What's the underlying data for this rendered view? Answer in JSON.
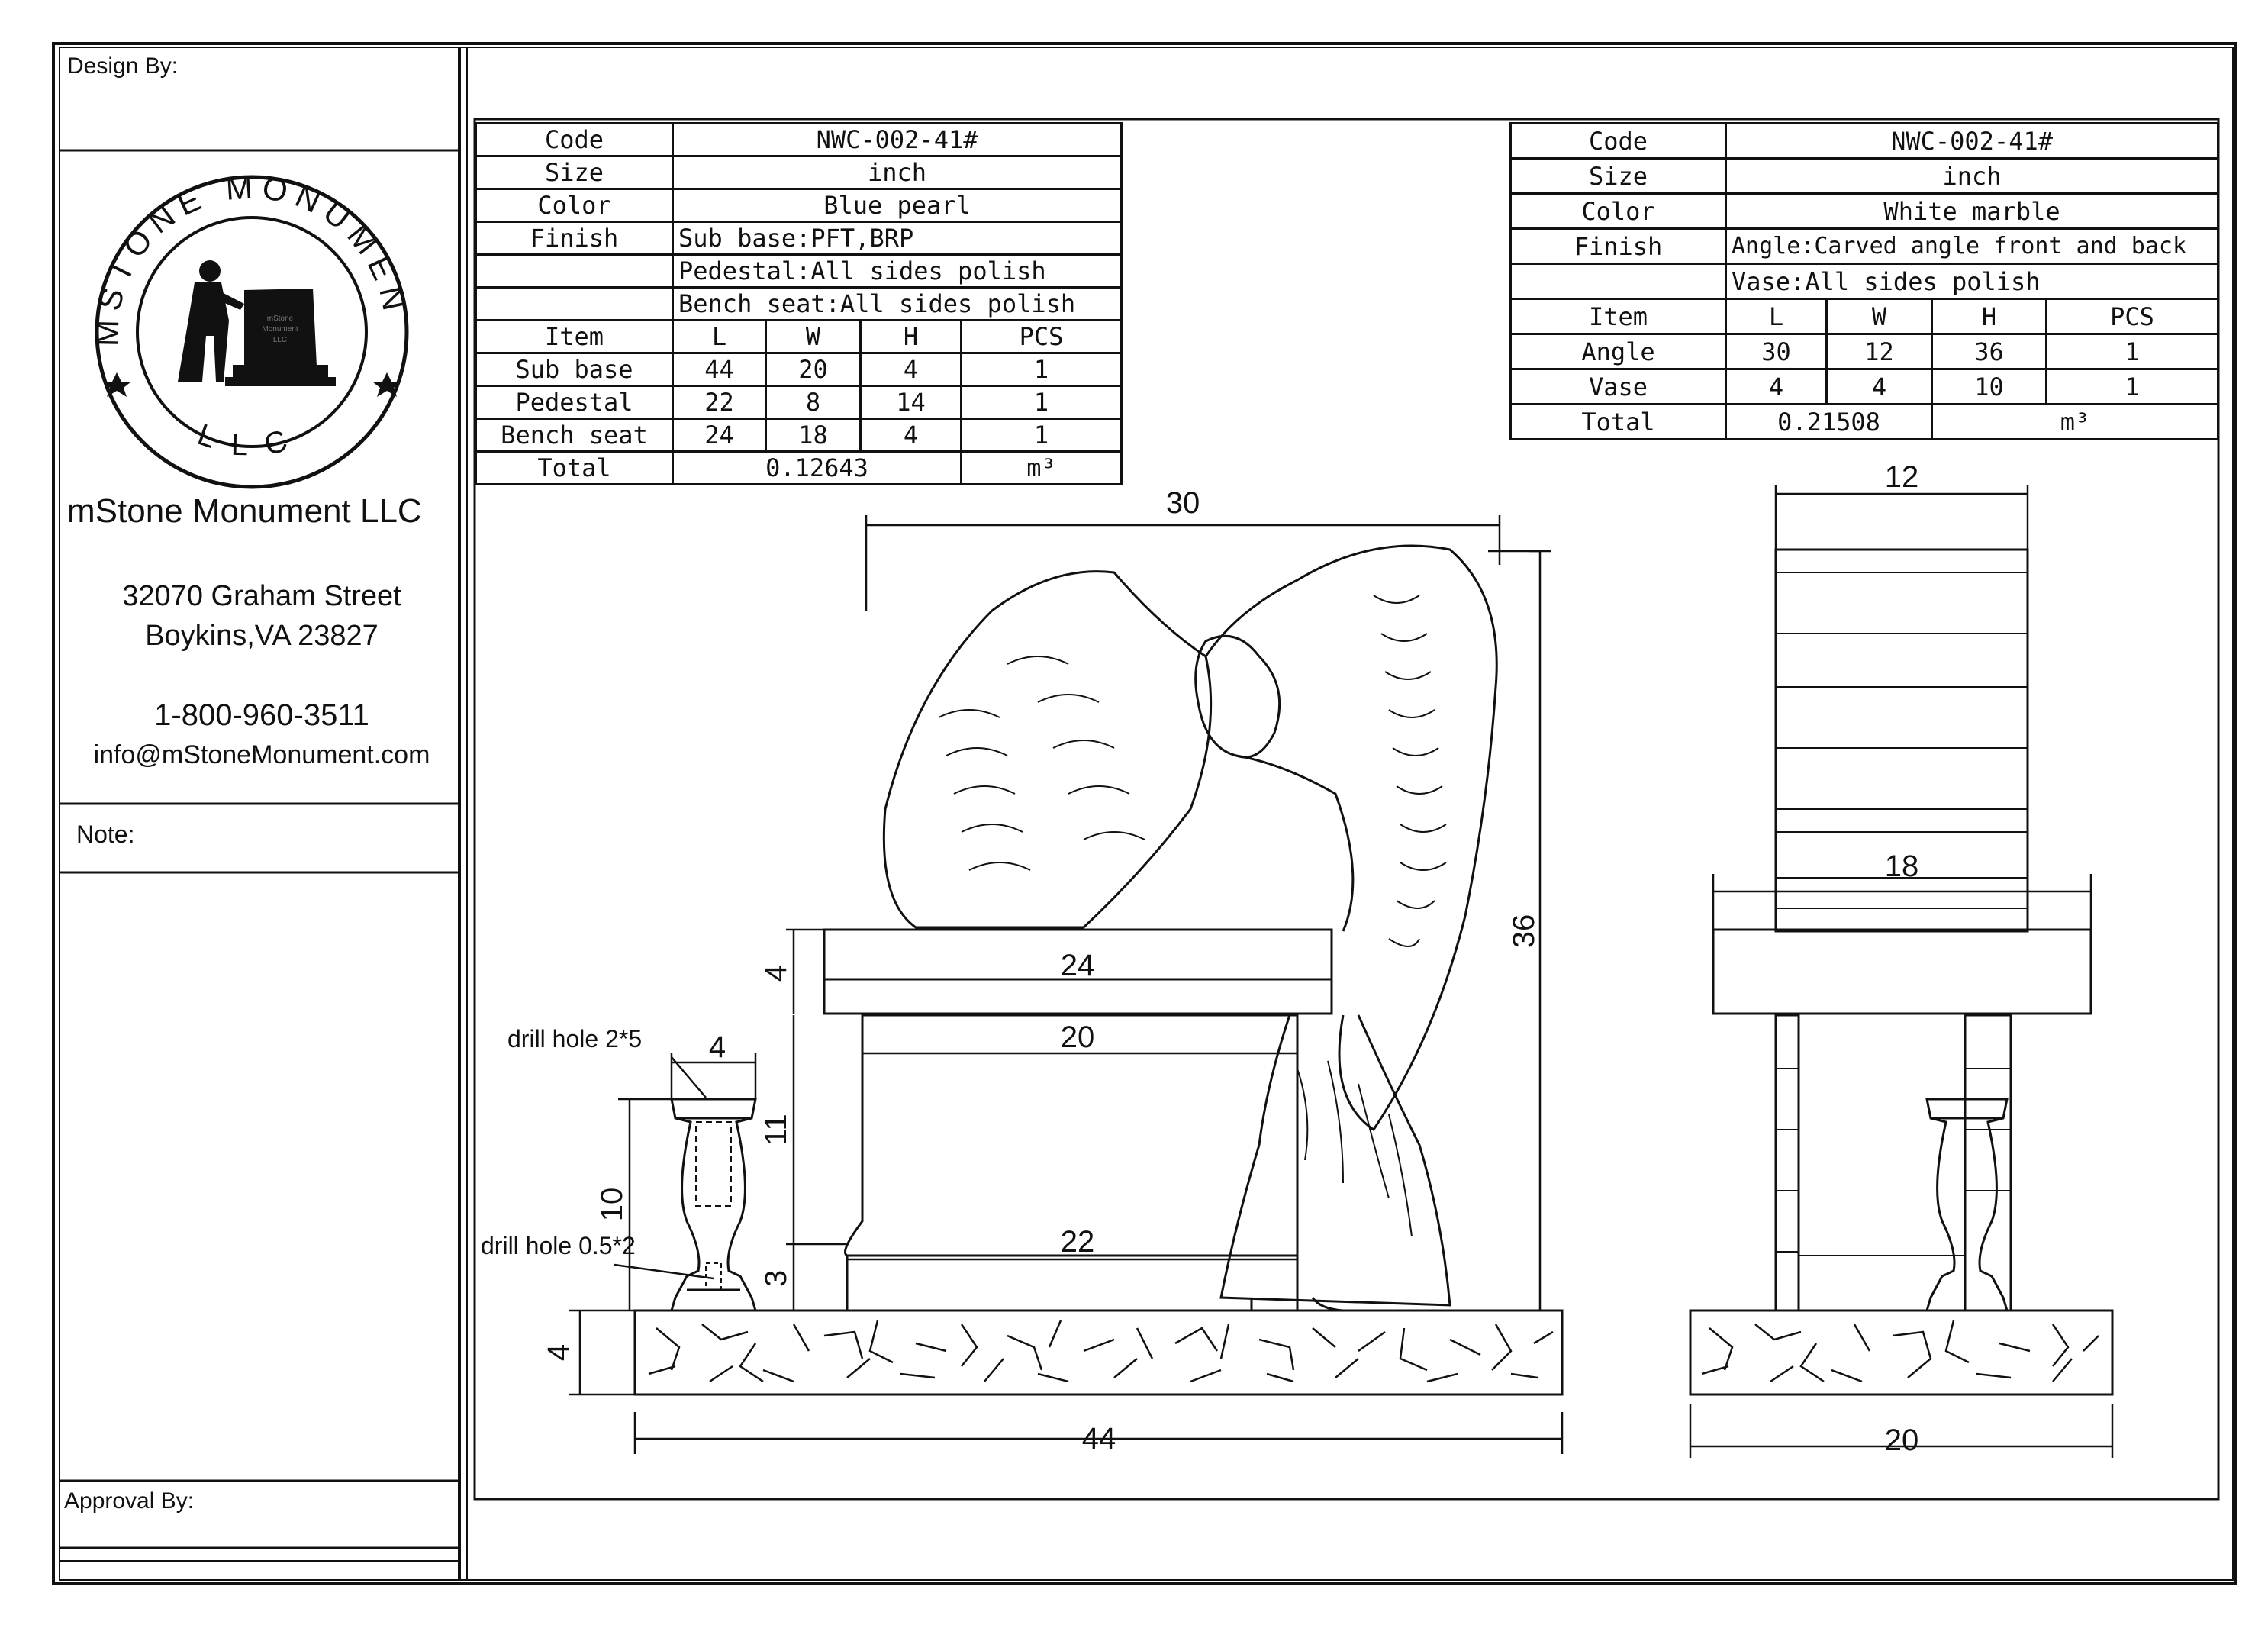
{
  "sidebar": {
    "design_by": "Design By:",
    "logo_text_top": "MSTONE MONUMENT",
    "logo_text_bottom": "LLC",
    "company_name": "mStone Monument LLC",
    "address_line1": "32070 Graham Street",
    "address_line2": "Boykins,VA 23827",
    "phone": "1-800-960-3511",
    "email": "info@mStoneMonument.com",
    "note": "Note:",
    "approval_by": "Approval By:"
  },
  "left_table": {
    "code_label": "Code",
    "code": "NWC-002-41#",
    "size_label": "Size",
    "size": "inch",
    "color_label": "Color",
    "color": "Blue pearl",
    "finish_label": "Finish",
    "finish_lines": [
      "Sub base:PFT,BRP",
      "Pedestal:All sides polish",
      "Bench seat:All sides polish"
    ],
    "headers": [
      "Item",
      "L",
      "W",
      "H",
      "PCS"
    ],
    "rows": [
      {
        "item": "Sub base",
        "l": "44",
        "w": "20",
        "h": "4",
        "pcs": "1"
      },
      {
        "item": "Pedestal",
        "l": "22",
        "w": "8",
        "h": "14",
        "pcs": "1"
      },
      {
        "item": "Bench seat",
        "l": "24",
        "w": "18",
        "h": "4",
        "pcs": "1"
      }
    ],
    "total_label": "Total",
    "total": "0.12643",
    "unit": "m³"
  },
  "right_table": {
    "code_label": "Code",
    "code": "NWC-002-41#",
    "size_label": "Size",
    "size": "inch",
    "color_label": "Color",
    "color": "White marble",
    "finish_label": "Finish",
    "finish_lines": [
      "Angle:Carved angle front and back",
      "Vase:All sides polish"
    ],
    "headers": [
      "Item",
      "L",
      "W",
      "H",
      "PCS"
    ],
    "rows": [
      {
        "item": "Angle",
        "l": "30",
        "w": "12",
        "h": "36",
        "pcs": "1"
      },
      {
        "item": "Vase",
        "l": "4",
        "w": "4",
        "h": "10",
        "pcs": "1"
      }
    ],
    "total_label": "Total",
    "total": "0.21508",
    "unit": "m³"
  },
  "front_view": {
    "width_overall": "30",
    "height_overall": "36",
    "bench_height": "4",
    "bench_length": "24",
    "pedestal_top": "20",
    "pedestal_height": "11",
    "pedestal_bottom": "22",
    "plinth_height": "3",
    "base_height": "4",
    "base_length": "44",
    "vase_width": "4",
    "vase_height": "10",
    "drill_hole_top": "drill hole 2*5",
    "drill_hole_bottom": "drill hole 0.5*2"
  },
  "side_view": {
    "top_width": "12",
    "bench_width": "18",
    "base_width": "20"
  }
}
